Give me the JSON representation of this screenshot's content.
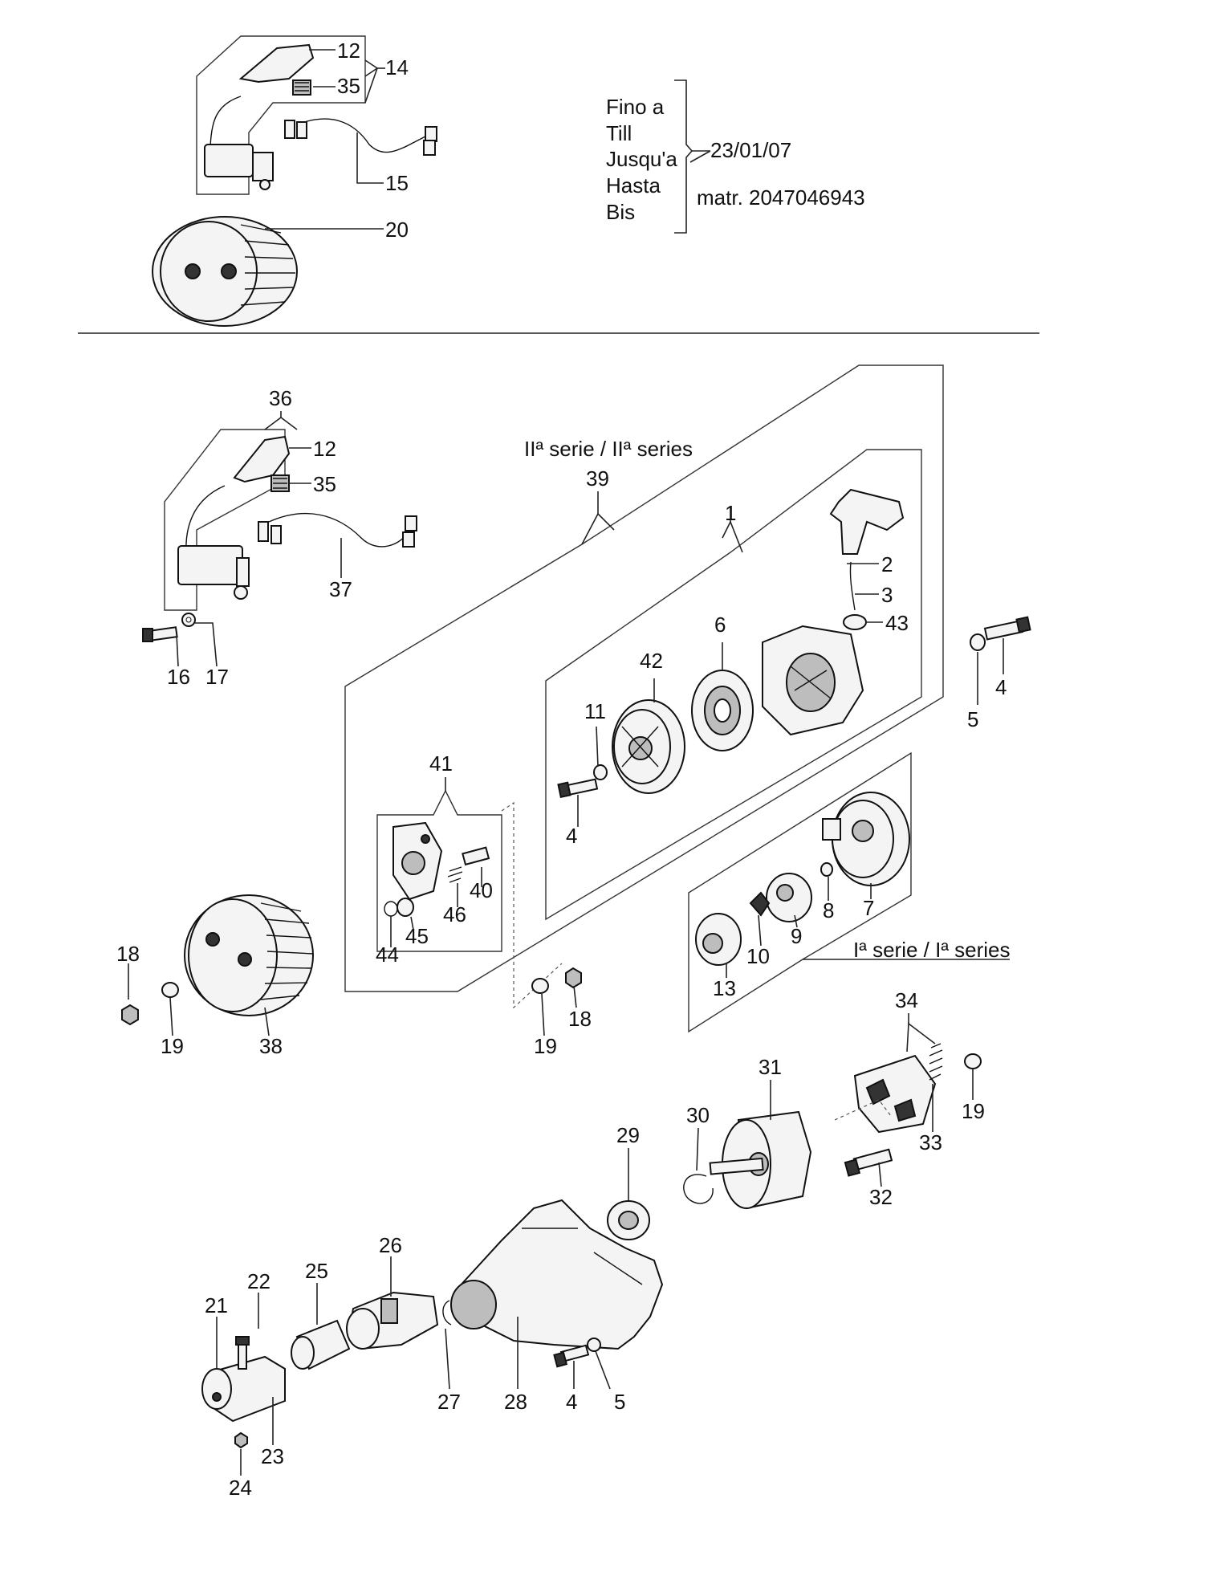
{
  "date_note": {
    "lines": [
      "Fino a",
      "Till",
      "Jusqu'a",
      "Hasta",
      "Bis"
    ],
    "date": "23/01/07",
    "serial": "matr. 2047046943"
  },
  "series_labels": {
    "second": "IIª serie / IIª series",
    "first": "Iª serie /  Iª series"
  },
  "callouts": {
    "c12a": "12",
    "c35a": "35",
    "c14": "14",
    "c15": "15",
    "c20": "20",
    "c36": "36",
    "c12b": "12",
    "c35b": "35",
    "c37": "37",
    "c16": "16",
    "c17": "17",
    "c39": "39",
    "c1": "1",
    "c2": "2",
    "c3": "3",
    "c43": "43",
    "c6": "6",
    "c42": "42",
    "c11": "11",
    "c4a": "4",
    "c5a": "5",
    "c4b": "4",
    "c41": "41",
    "c40": "40",
    "c46": "46",
    "c45": "45",
    "c44": "44",
    "c7": "7",
    "c8": "8",
    "c9": "9",
    "c10": "10",
    "c13": "13",
    "c18a": "18",
    "c19a": "19",
    "c38": "38",
    "c19b": "19",
    "c18b": "18",
    "c34": "34",
    "c19c": "19",
    "c33": "33",
    "c31": "31",
    "c30": "30",
    "c29": "29",
    "c32": "32",
    "c26": "26",
    "c25": "25",
    "c22": "22",
    "c21": "21",
    "c27": "27",
    "c28": "28",
    "c4c": "4",
    "c5b": "5",
    "c23": "23",
    "c24": "24"
  }
}
